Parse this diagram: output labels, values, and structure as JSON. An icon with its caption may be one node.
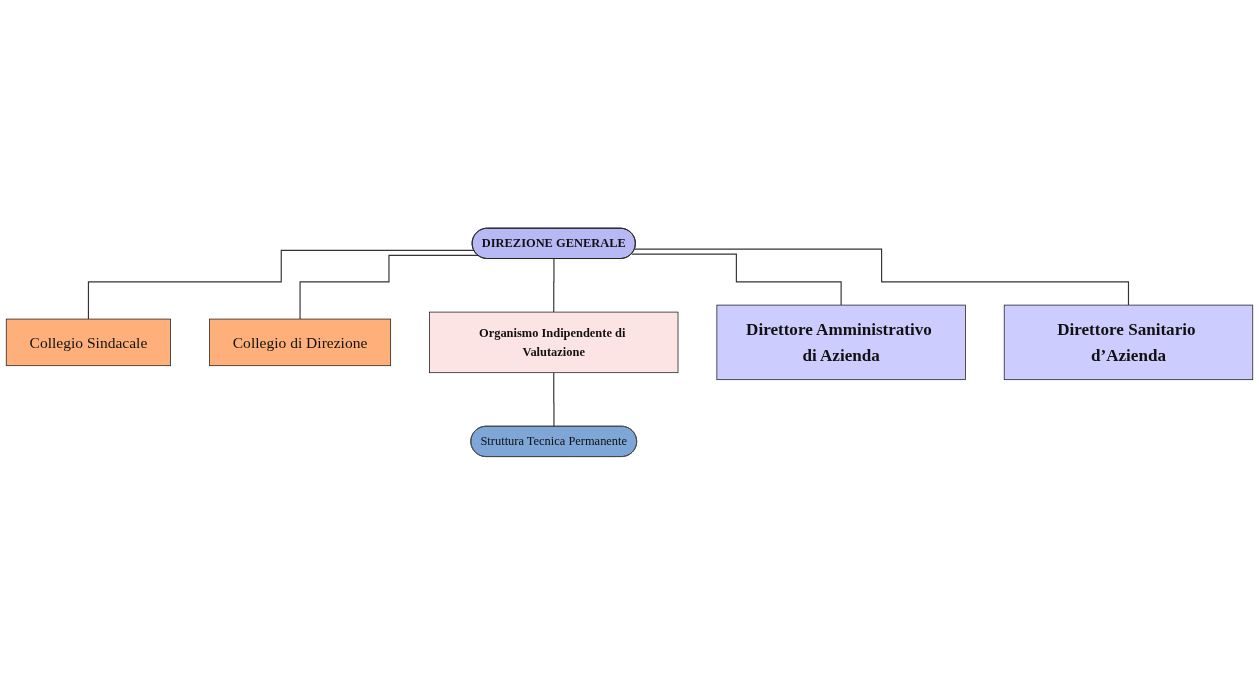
{
  "diagram": {
    "nodes": [
      {
        "text": [
          "DIREZIONE GENERALE"
        ]
      },
      {
        "text": [
          "Collegio Sindacale"
        ]
      },
      {
        "text": [
          "Collegio di Direzione"
        ]
      },
      {
        "text": [
          "Organismo Indipendente di Valutazione"
        ]
      },
      {
        "text": [
          "Struttura Tecnica Permanente"
        ]
      },
      {
        "text": [
          "Direttore Amministrativo di Azienda"
        ]
      },
      {
        "text": [
          "Direttore Sanitario d’Azienda"
        ]
      }
    ],
    "edges": [
      {
        "from": 0,
        "to": 1,
        "arrow": "none"
      },
      {
        "from": 0,
        "to": 2,
        "arrow": "none"
      },
      {
        "from": 0,
        "to": 3,
        "arrow": "none"
      },
      {
        "from": 3,
        "to": 4,
        "arrow": "none"
      },
      {
        "from": 0,
        "to": 5,
        "arrow": "none"
      },
      {
        "from": 0,
        "to": 6,
        "arrow": "none"
      }
    ]
  }
}
